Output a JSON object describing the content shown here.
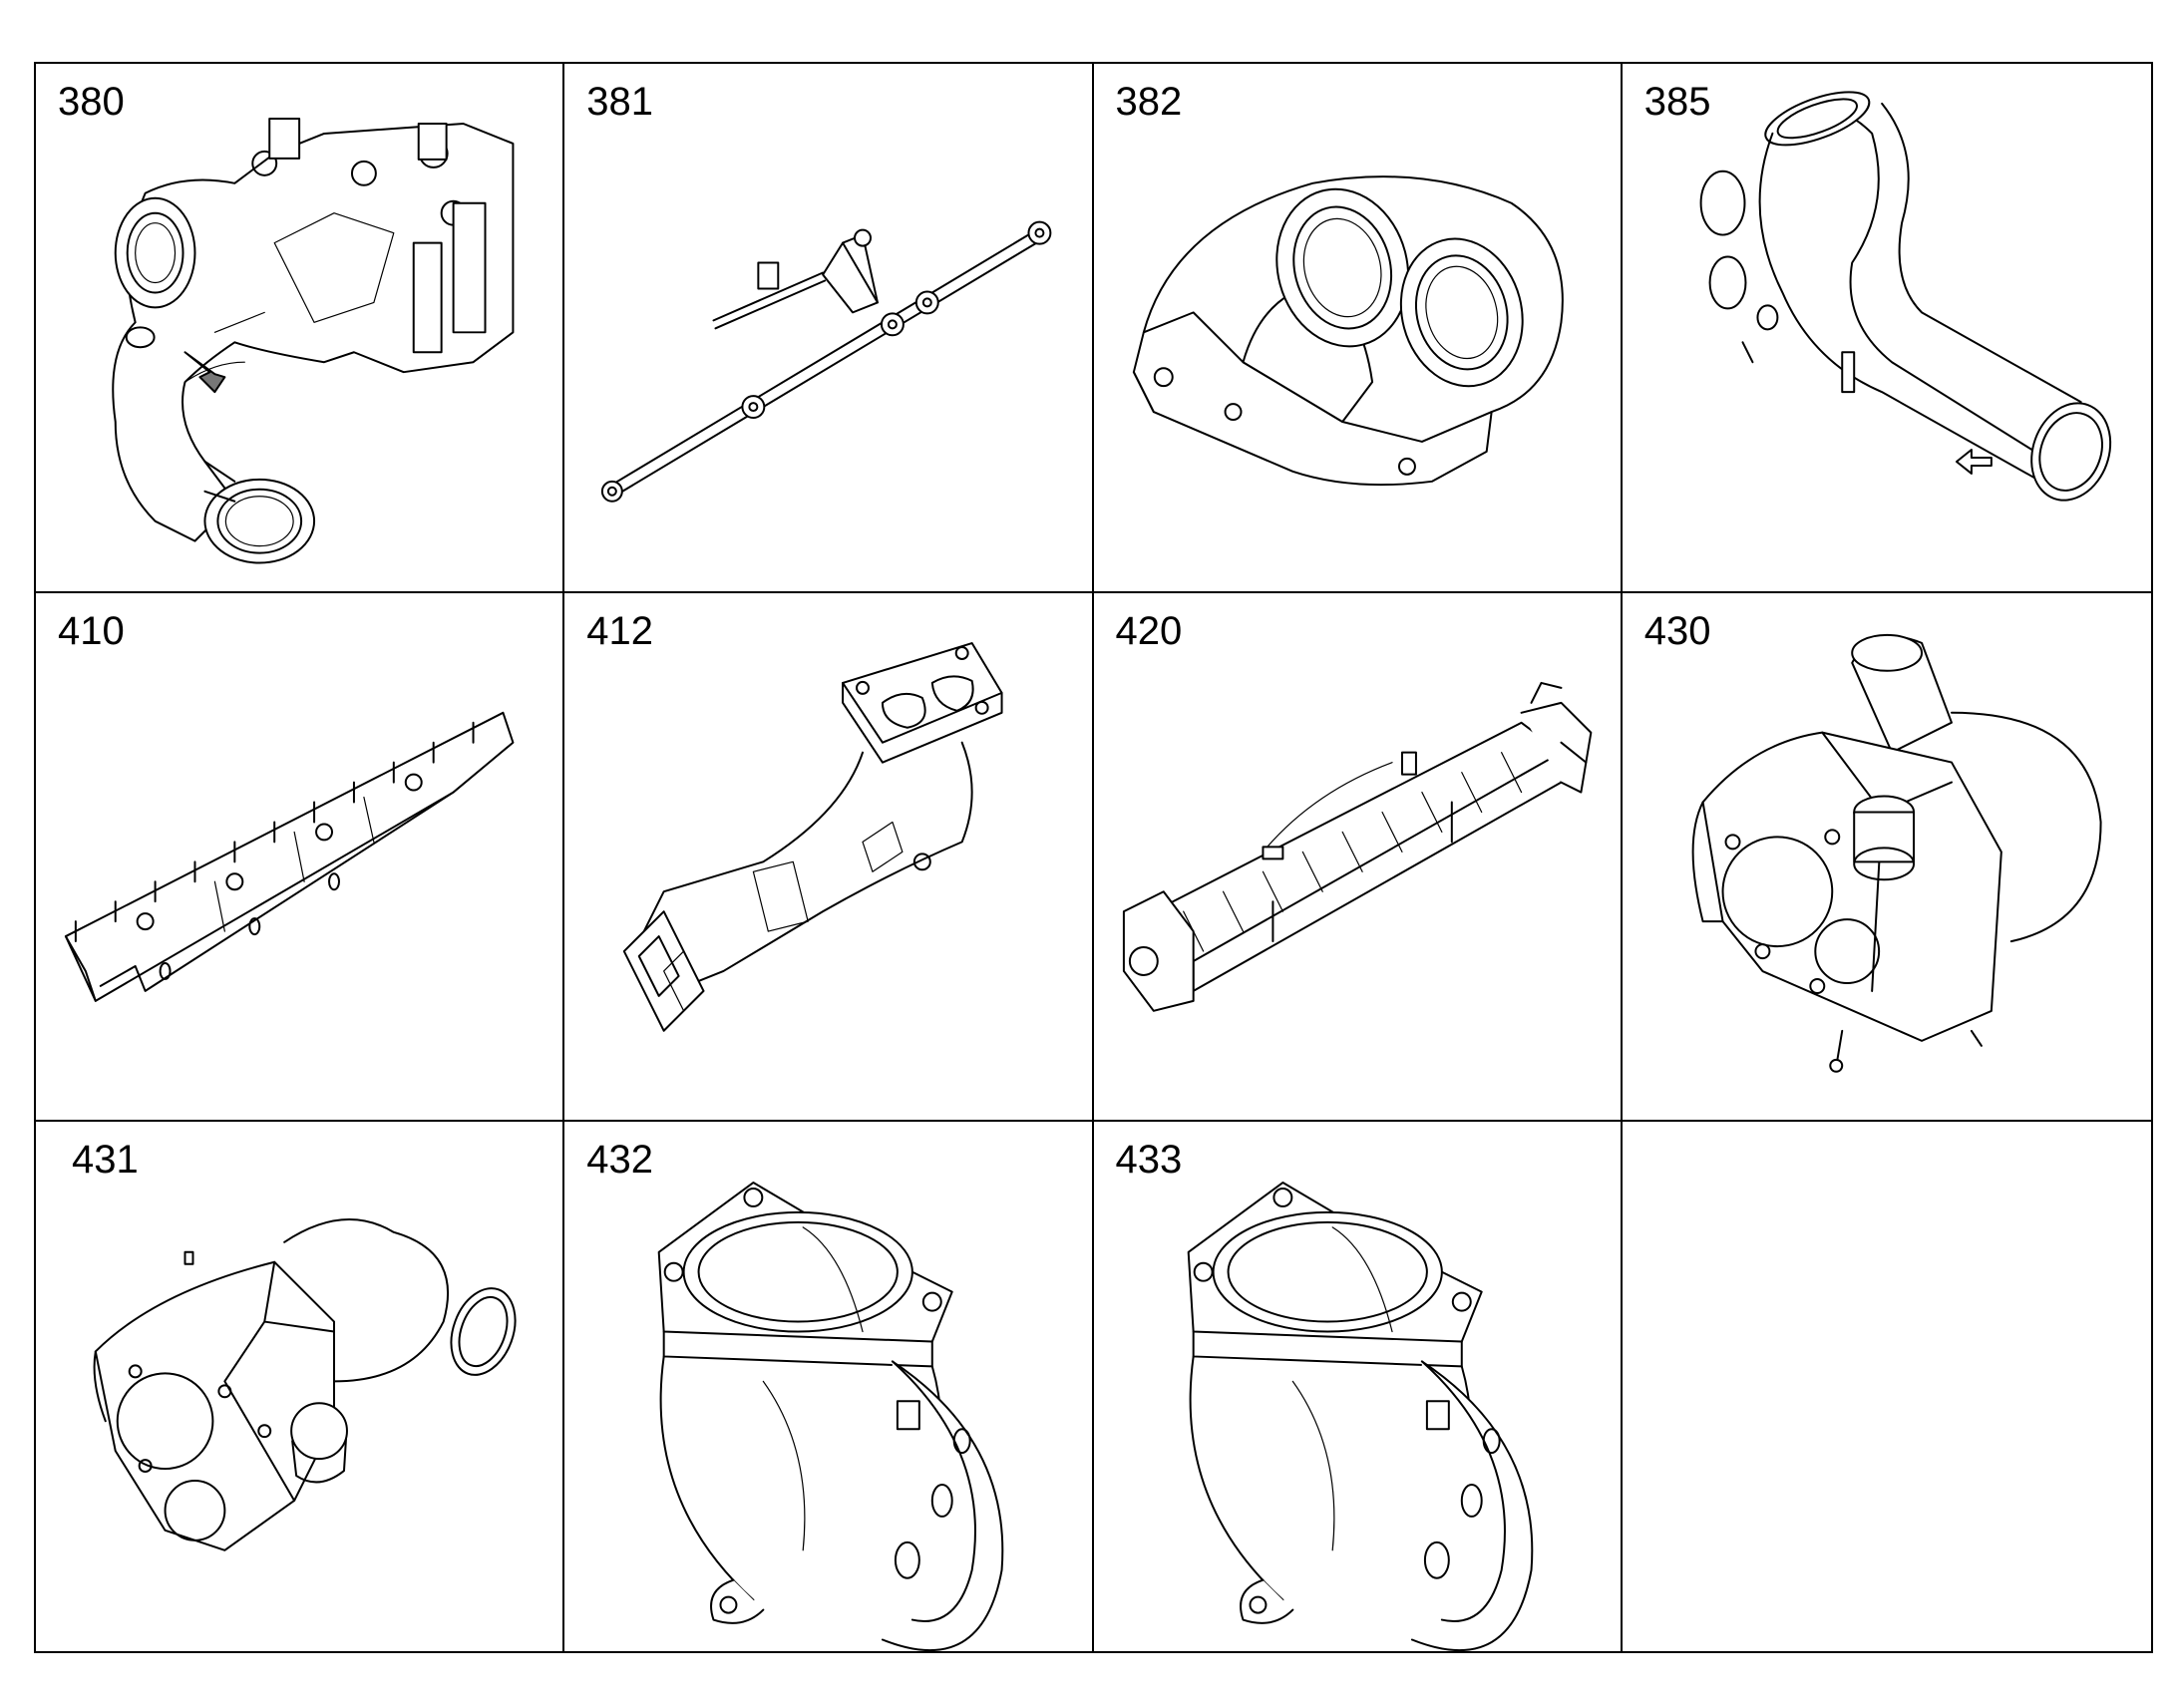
{
  "parts": [
    {
      "number": "380",
      "icon": "water-pump-housing-icon"
    },
    {
      "number": "381",
      "icon": "oil-line-assembly-icon"
    },
    {
      "number": "382",
      "icon": "twin-outlet-elbow-icon"
    },
    {
      "number": "385",
      "icon": "coolant-pipe-icon"
    },
    {
      "number": "410",
      "icon": "exhaust-manifold-cover-icon"
    },
    {
      "number": "412",
      "icon": "exhaust-manifold-icon"
    },
    {
      "number": "420",
      "icon": "egr-cooler-icon"
    },
    {
      "number": "430",
      "icon": "turbocharger-heat-shield-icon"
    },
    {
      "number": "431",
      "icon": "turbocharger-heat-shield-icon"
    },
    {
      "number": "432",
      "icon": "exhaust-elbow-icon"
    },
    {
      "number": "433",
      "icon": "exhaust-elbow-icon"
    },
    {
      "number": "",
      "icon": ""
    }
  ]
}
